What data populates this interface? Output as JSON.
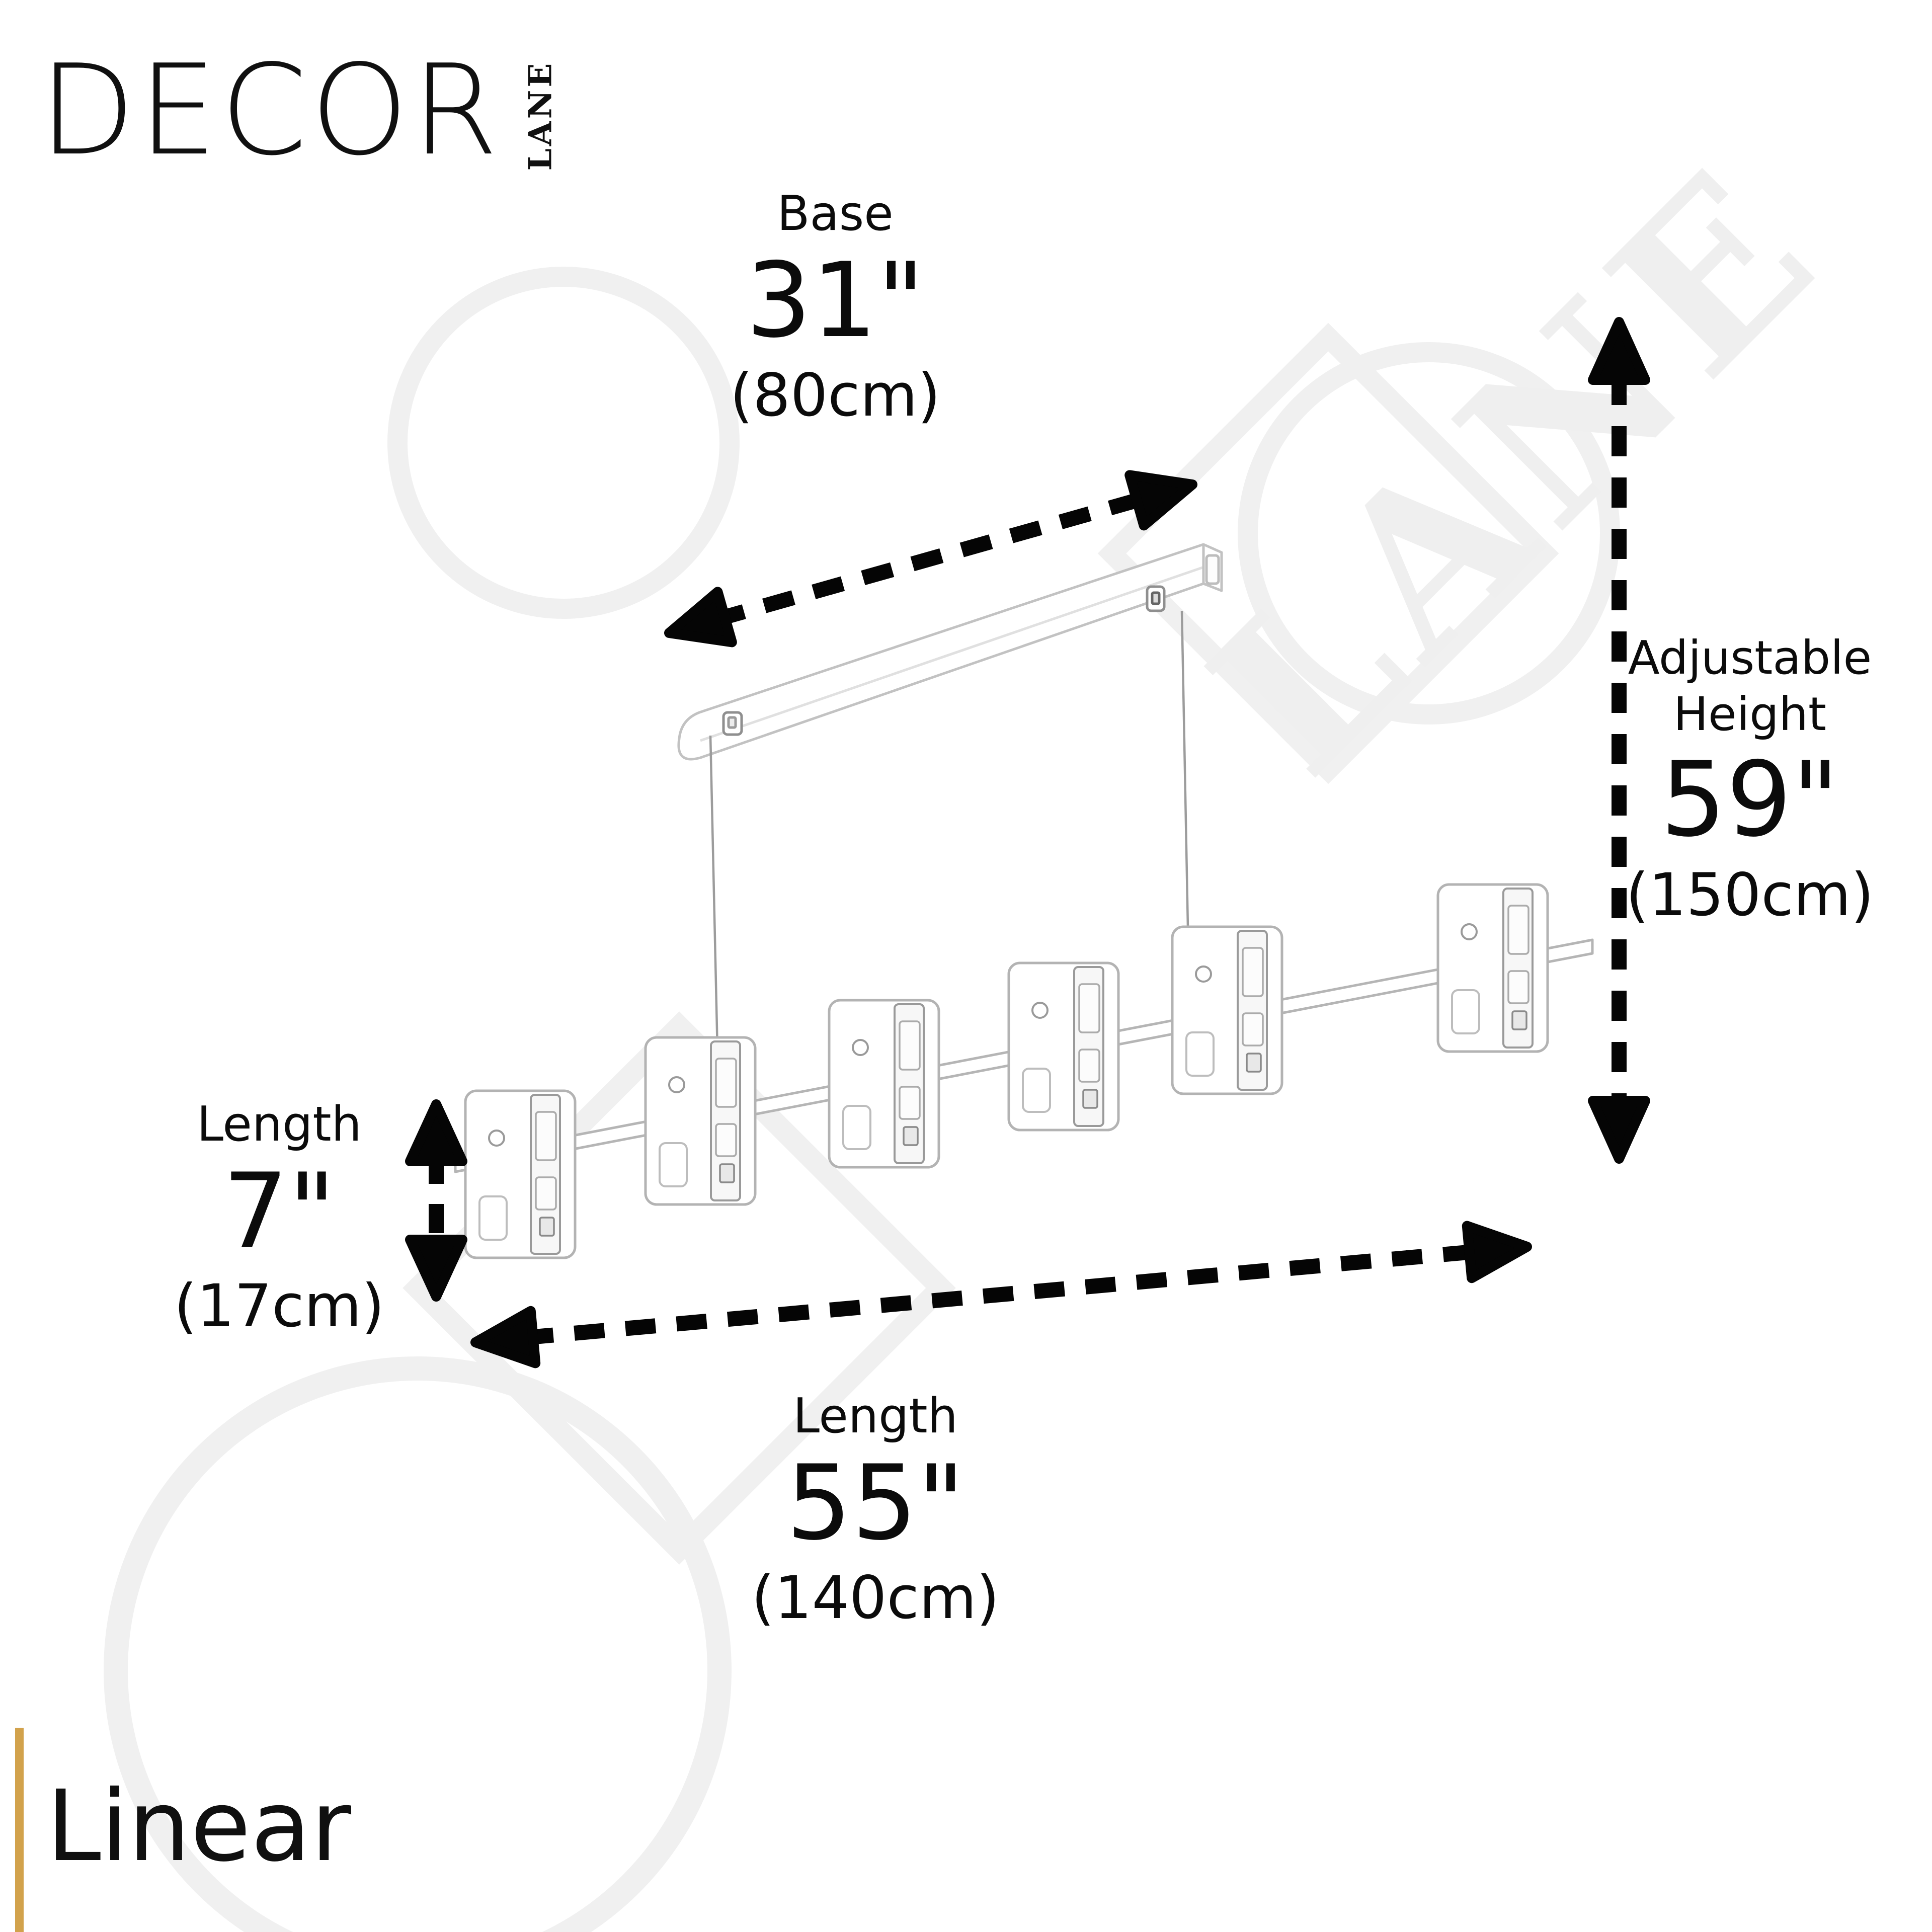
{
  "brand": {
    "name": "DECOR",
    "sub": "LANE"
  },
  "dimensions": {
    "base": {
      "label": "Base",
      "inches": "31\"",
      "cm": "(80cm)"
    },
    "height": {
      "label_line1": "Adjustable",
      "label_line2": "Height",
      "inches": "59\"",
      "cm": "(150cm)"
    },
    "shade_length": {
      "label": "Length",
      "inches": "7\"",
      "cm": "(17cm)"
    },
    "fixture_length": {
      "label": "Length",
      "inches": "55\"",
      "cm": "(140cm)"
    }
  },
  "product": {
    "name": "Linear"
  },
  "watermark": {
    "text": "LANE"
  },
  "colors": {
    "accent_gold": "#D2A24C",
    "ink": "#0b0b0b",
    "line_art": "#b9b9b9",
    "watermark_gray": "#f0f0f0"
  }
}
